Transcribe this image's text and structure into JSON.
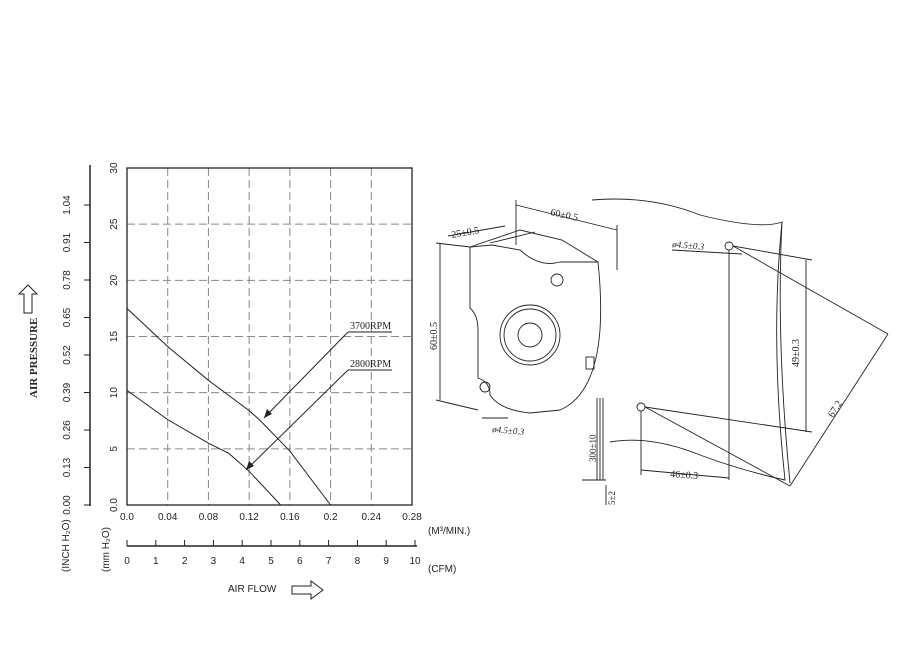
{
  "chart_data": {
    "type": "line",
    "x_primary": {
      "label": "(M³/MIN.)",
      "ticks": [
        "0.0",
        "0.04",
        "0.08",
        "0.12",
        "0.16",
        "0.2",
        "0.24",
        "0.28"
      ],
      "range": [
        0,
        0.28
      ]
    },
    "x_secondary": {
      "label": "(CFM)",
      "ticks": [
        "0",
        "1",
        "2",
        "3",
        "4",
        "5",
        "6",
        "7",
        "8",
        "9",
        "10"
      ],
      "range": [
        0,
        10
      ]
    },
    "y_primary": {
      "label": "(mm H₂O)",
      "ticks": [
        "0.0",
        "5",
        "10",
        "15",
        "20",
        "25",
        "30"
      ],
      "range": [
        0,
        30
      ]
    },
    "y_secondary": {
      "label": "(INCH H₂O)",
      "ticks": [
        "0.00",
        "0.13",
        "0.26",
        "0.39",
        "0.52",
        "0.65",
        "0.78",
        "0.91",
        "1.04"
      ]
    },
    "ylabel": "AIR PRESSURE",
    "xlabel": "AIR FLOW",
    "grid": true,
    "series": [
      {
        "name": "3700RPM",
        "x": [
          0,
          0.04,
          0.08,
          0.12,
          0.13,
          0.16,
          0.2
        ],
        "y": [
          17.5,
          14.1,
          11.1,
          8.4,
          7.6,
          4.8,
          0
        ]
      },
      {
        "name": "2800RPM",
        "x": [
          0,
          0.04,
          0.08,
          0.1,
          0.12,
          0.151
        ],
        "y": [
          10.2,
          7.6,
          5.5,
          4.6,
          3.0,
          0
        ]
      }
    ]
  },
  "drawing": {
    "dims": [
      "60±0.5",
      "25±0.5",
      "60±0.5",
      "ø4.5±0.3",
      "ø4.5±0.3",
      "49±0.3",
      "67.2",
      "46±0.3",
      "300±10",
      "5±2"
    ]
  }
}
